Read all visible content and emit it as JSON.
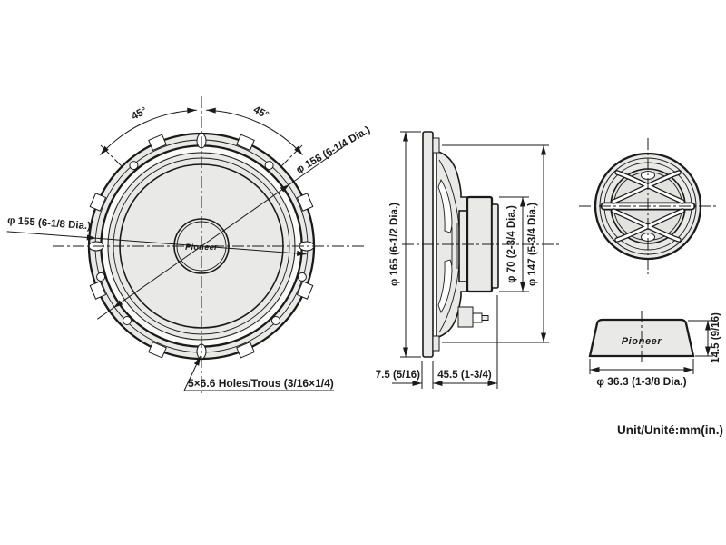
{
  "colors": {
    "line": "#1a1a1a",
    "fill_light": "#e9e9e8",
    "fill_mid": "#e2e2e1",
    "background": "#ffffff"
  },
  "brand_logo": "Pioneer",
  "unit_note": "Unit/Unité:mm(in.)",
  "woofer_front": {
    "bolt_circle_dia": "φ 155 (6-1/8 Dia.)",
    "frame_dia": "φ 158 (6-1/4 Dia.)",
    "angle_left": "45°",
    "angle_right": "45°",
    "mounting_holes": "5×6.6 Holes/Trous (3/16×1/4)"
  },
  "woofer_side": {
    "overall_dia": "φ 165 (6-1/2 Dia.)",
    "magnet_dia": "φ 70 (2-3/4 Dia.)",
    "basket_dia": "φ 147 (5-3/4 Dia.)",
    "flange_depth": "7.5 (5/16)",
    "mounting_depth": "45.5 (1-3/4)"
  },
  "tweeter_side": {
    "height": "14.5 (9/16)",
    "dia": "φ 36.3 (1-3/8 Dia.)"
  }
}
